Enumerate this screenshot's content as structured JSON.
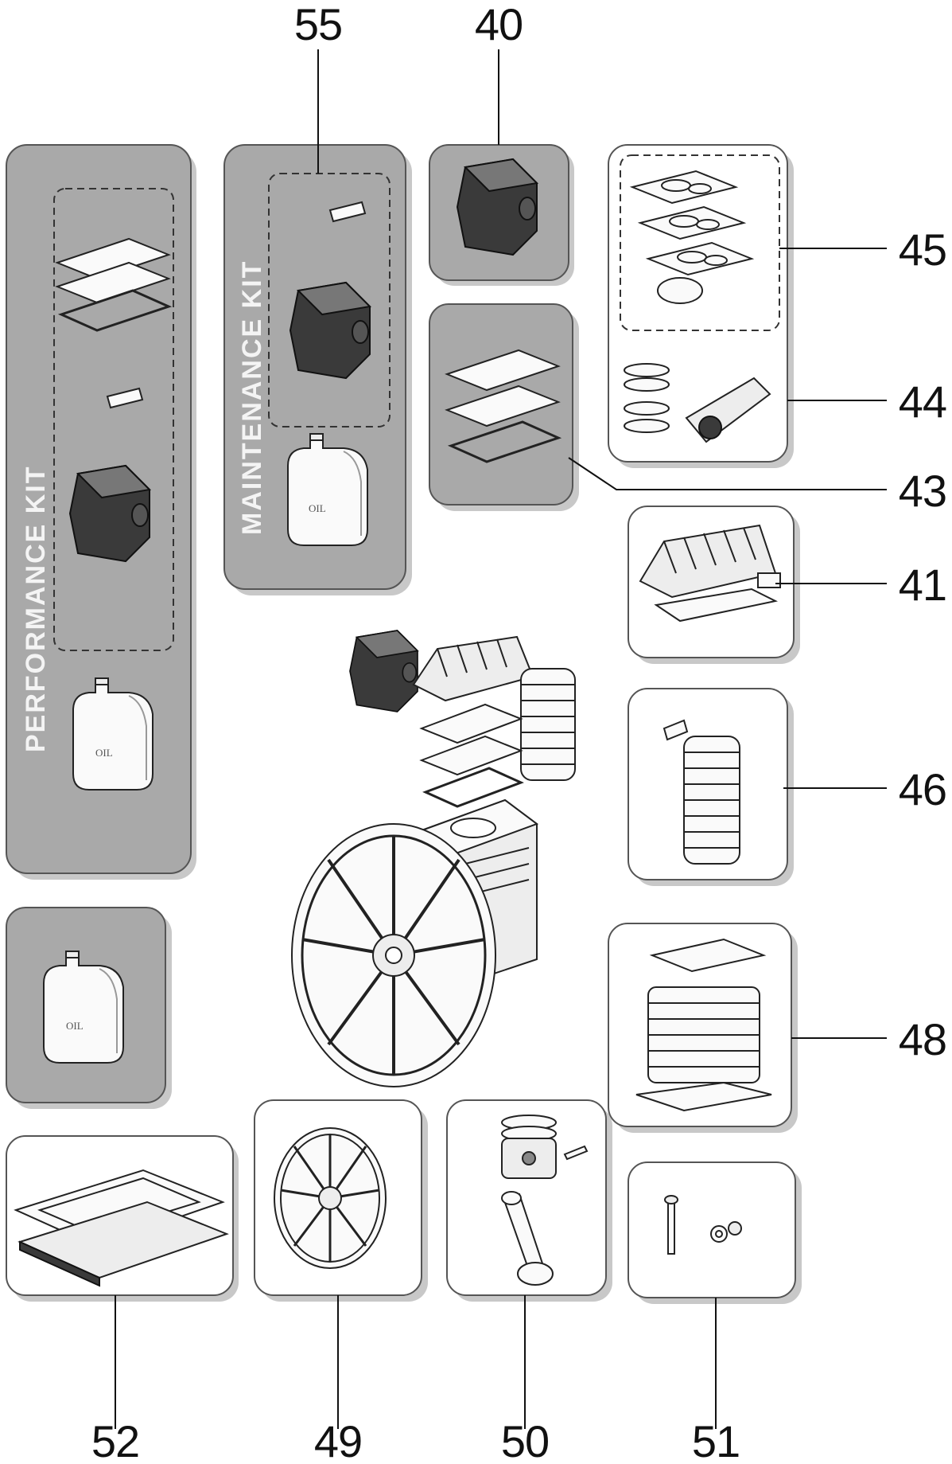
{
  "callouts": {
    "n55": "55",
    "n40": "40",
    "n45": "45",
    "n44": "44",
    "n43": "43",
    "n41": "41",
    "n46": "46",
    "n48": "48",
    "n52": "52",
    "n49": "49",
    "n50": "50",
    "n51": "51"
  },
  "kits": {
    "performance_label": "PERFORMANCE KIT",
    "maintenance_label": "MAINTENANCE KIT"
  },
  "oil_label": "OIL",
  "icons": [
    "air-filter-icon",
    "oil-bottle-icon",
    "gasket-icon",
    "valve-plate-icon",
    "cylinder-head-icon",
    "cylinder-icon",
    "piston-icon",
    "connecting-rod-icon",
    "flywheel-icon",
    "crankcase-icon",
    "bolt-icon"
  ],
  "colors": {
    "kit_box_fill": "#a9a9a9",
    "part_box_fill": "#ffffff",
    "ink": "#111111"
  }
}
